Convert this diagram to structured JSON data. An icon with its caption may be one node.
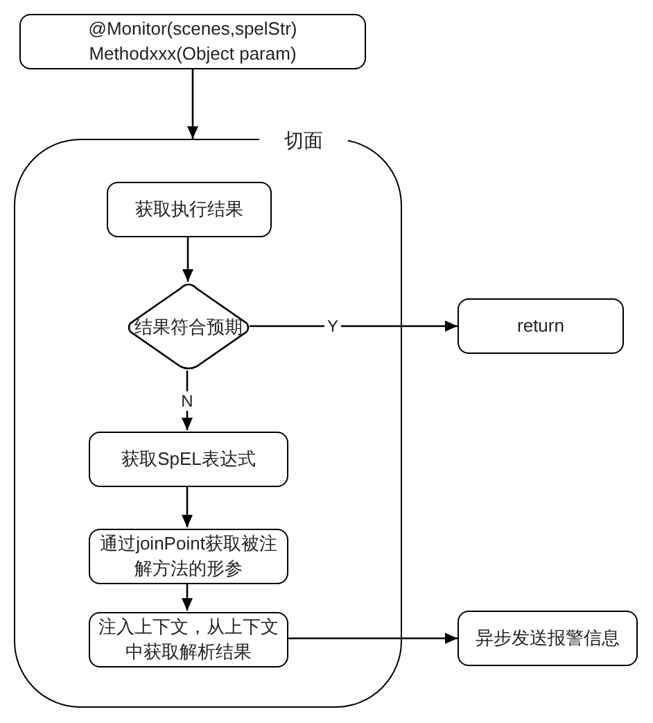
{
  "diagram": {
    "nodes": [
      {
        "text": [
          "@Monitor(scenes,spelStr) Methodxxx(Object param)"
        ]
      },
      {
        "text": [
          "切面"
        ]
      },
      {
        "text": [
          "获取执行结果"
        ],
        "in": 1
      },
      {
        "text": [
          "结果符合预期"
        ],
        "in": 1
      },
      {
        "text": [
          "return"
        ]
      },
      {
        "text": [
          "获取SpEL表达式"
        ],
        "in": 1
      },
      {
        "text": [
          "通过joinPoint获取被注解方法的形参"
        ],
        "in": 1
      },
      {
        "text": [
          "注入上下文，从上下文中获取解析结果"
        ],
        "in": 1
      },
      {
        "text": [
          "异步发送报警信息"
        ]
      }
    ],
    "edges": [
      {
        "from": 0,
        "to": 1,
        "arrow": "to"
      },
      {
        "from": 2,
        "to": 3,
        "arrow": "to"
      },
      {
        "from": 3,
        "to": 4,
        "arrow": "to",
        "label": "Y"
      },
      {
        "from": 3,
        "to": 5,
        "arrow": "to",
        "label": "N"
      },
      {
        "from": 5,
        "to": 6,
        "arrow": "to"
      },
      {
        "from": 6,
        "to": 7,
        "arrow": "to"
      },
      {
        "from": 7,
        "to": 8,
        "arrow": "to"
      }
    ]
  }
}
